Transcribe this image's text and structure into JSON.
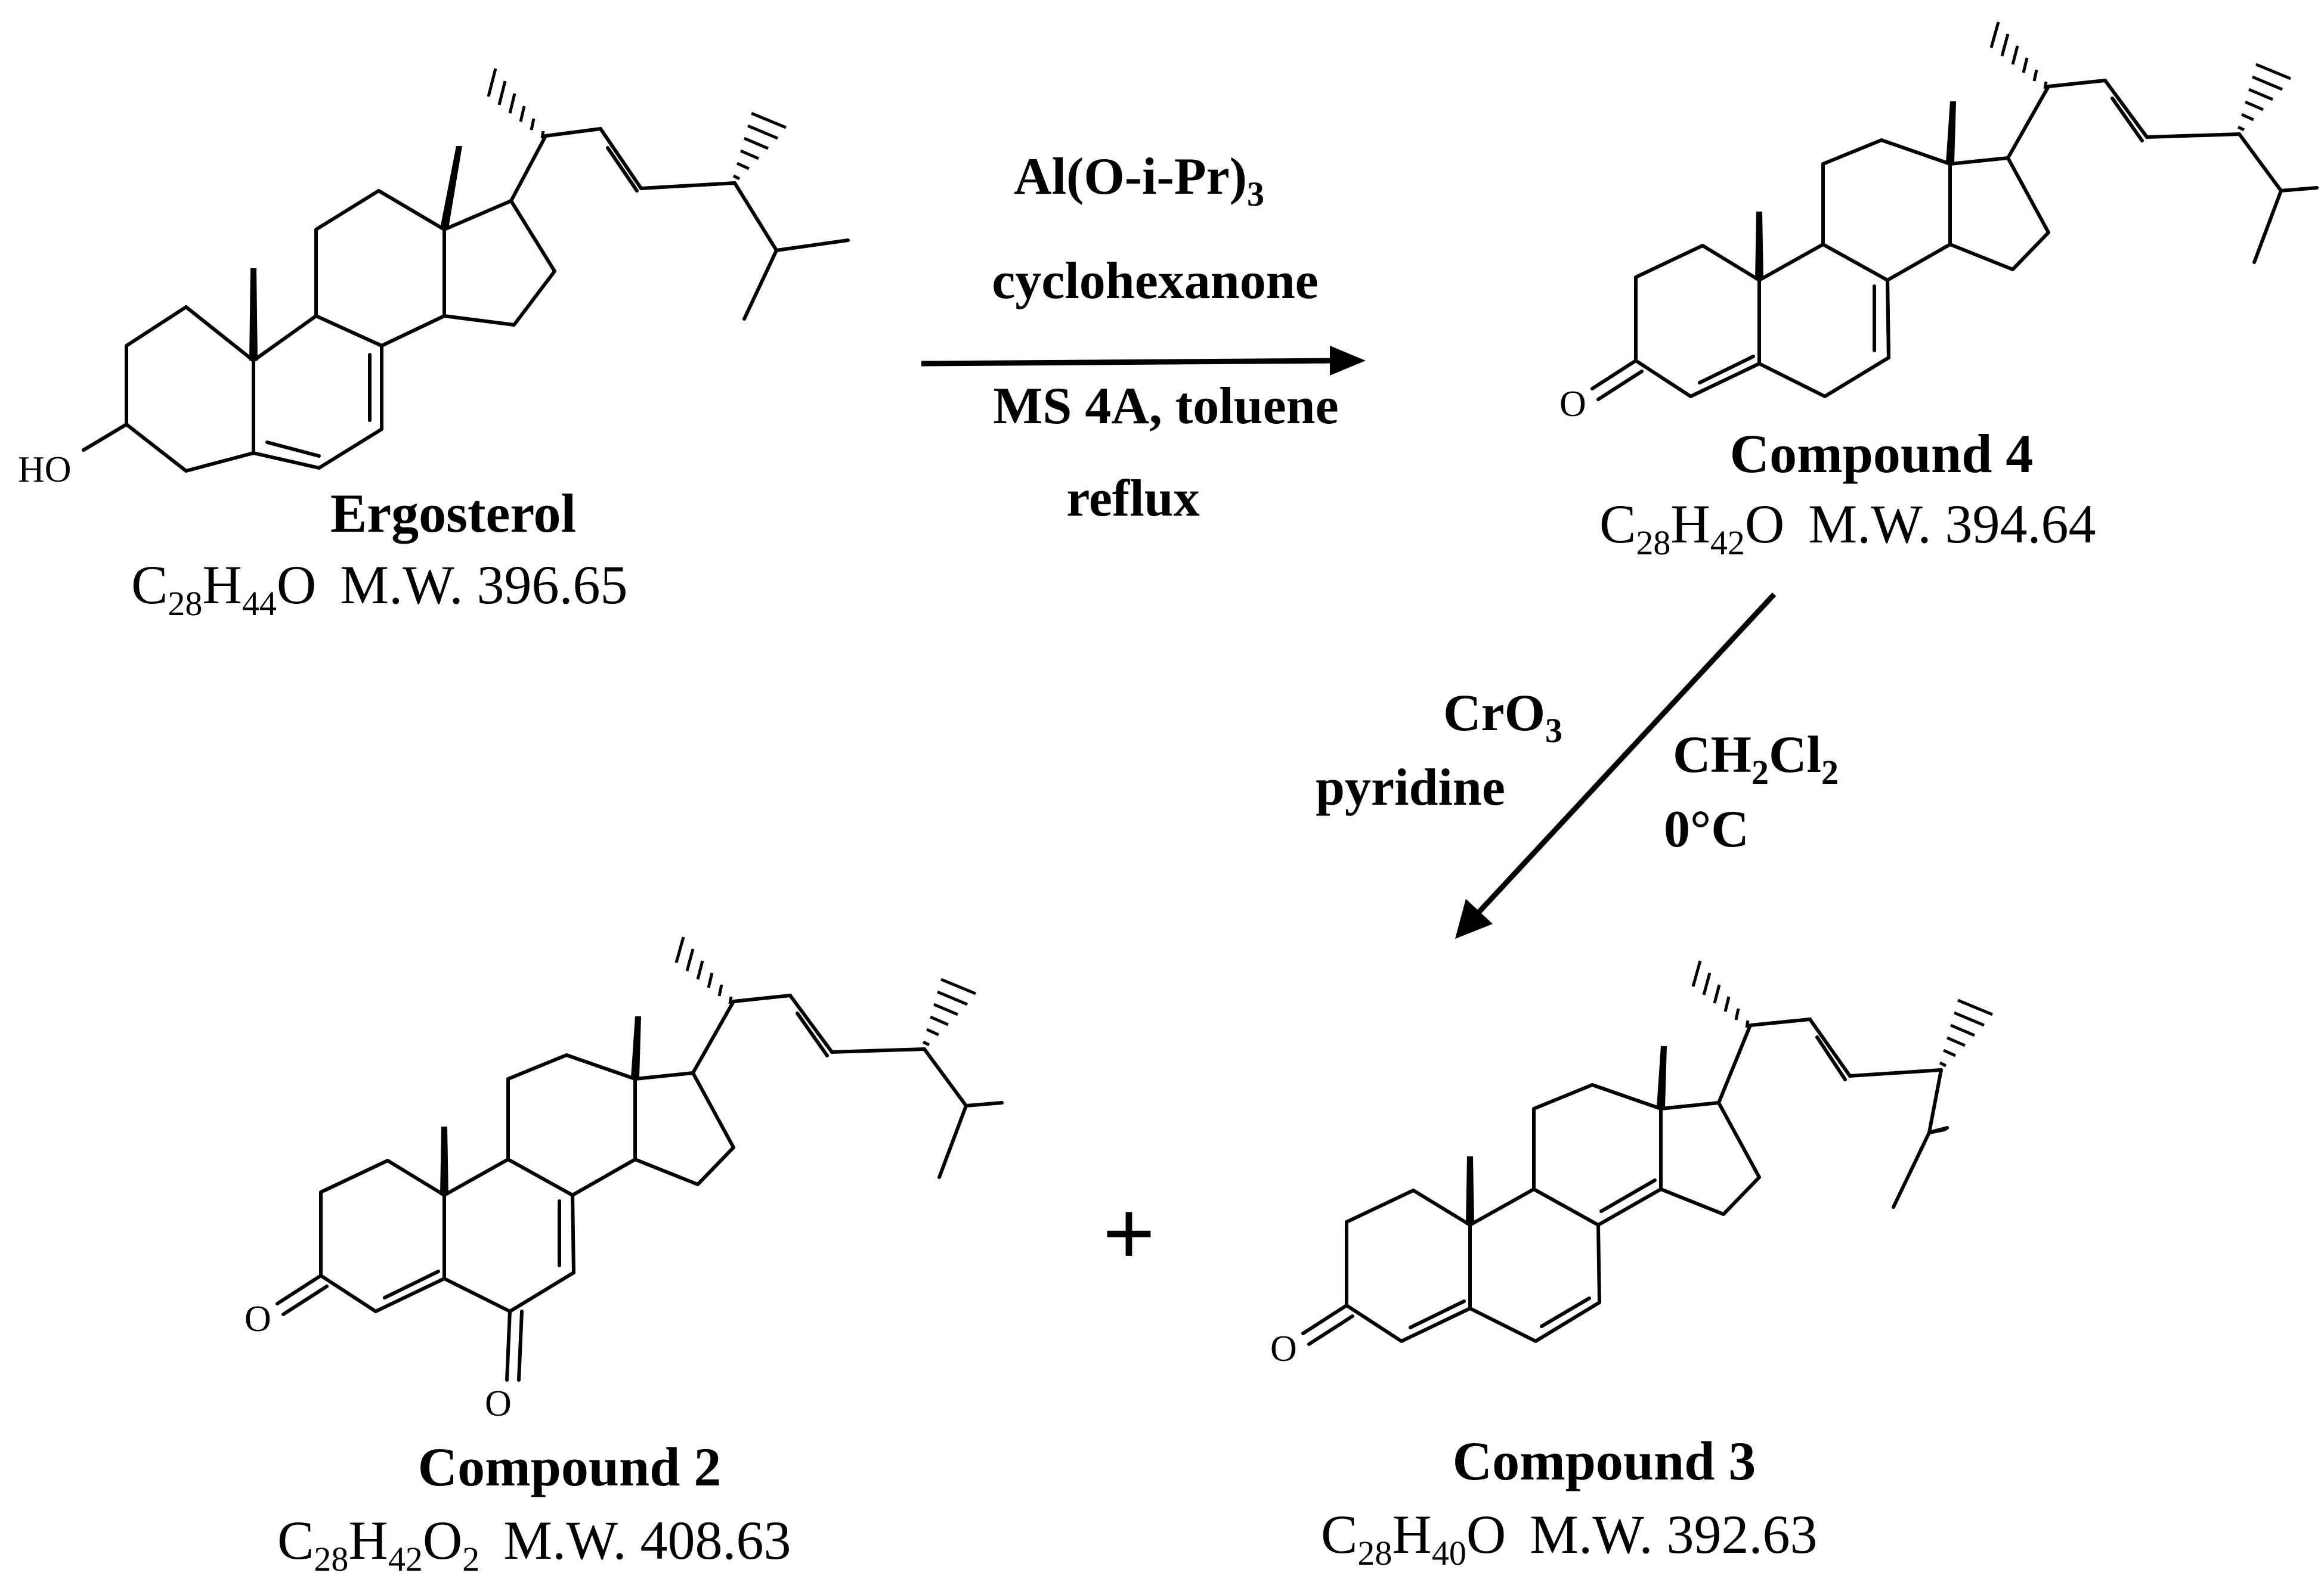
{
  "compounds": {
    "ergosterol": {
      "name": "Ergosterol",
      "substituent": "HO",
      "formula": {
        "c": "C",
        "c_sub": "28",
        "h": "H",
        "h_sub": "44",
        "o": "O",
        "mw": "M.W. 396.65"
      }
    },
    "compound4": {
      "name": "Compound 4",
      "oxygen": "O",
      "formula": {
        "c": "C",
        "c_sub": "28",
        "h": "H",
        "h_sub": "42",
        "o": "O",
        "mw": "M.W. 394.64"
      }
    },
    "compound2": {
      "name": "Compound 2",
      "oxygen_3": "O",
      "oxygen_6": "O",
      "formula": {
        "c": "C",
        "c_sub": "28",
        "h": "H",
        "h_sub": "42",
        "o": "O",
        "o_sub": "2",
        "mw": "M.W. 408.63"
      }
    },
    "compound3": {
      "name": "Compound 3",
      "oxygen": "O",
      "formula": {
        "c": "C",
        "c_sub": "28",
        "h": "H",
        "h_sub": "40",
        "o": "O",
        "mw": "M.W. 392.63"
      }
    }
  },
  "step1": {
    "reagent_line1_main": "Al(O-i-Pr)",
    "reagent_line1_sub": "3",
    "reagent_line2": "cyclohexanone",
    "reagent_line3": "MS 4A, toluene",
    "reagent_line4": "reflux"
  },
  "step2": {
    "left_line1_main": "CrO",
    "left_line1_sub": "3",
    "left_line2": "pyridine",
    "right_line1_a": "CH",
    "right_line1_sub1": "2",
    "right_line1_b": "Cl",
    "right_line1_sub2": "2",
    "right_line2": "0°C"
  },
  "plus_sign": "+"
}
